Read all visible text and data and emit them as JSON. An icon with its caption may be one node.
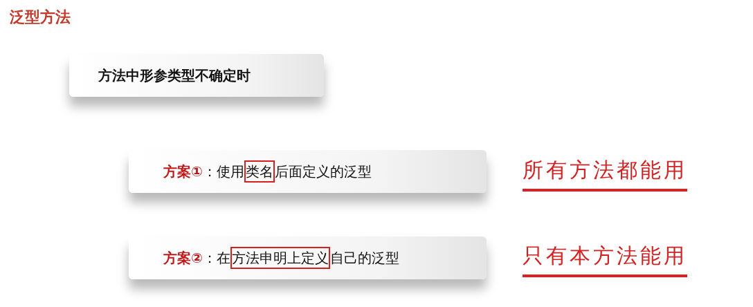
{
  "diagram": {
    "title": "泛型方法",
    "nodes": [
      {
        "text": [
          "方法中形参类型不确定时"
        ]
      },
      {
        "text": [
          "**方案①**：使用类名后面定义的泛型"
        ],
        "beside": [
          "所有方法都能用"
        ]
      },
      {
        "text": [
          "**方案②**：在方法申明上定义自己的泛型"
        ],
        "beside": [
          "只有本方法能用"
        ]
      }
    ],
    "edges": []
  }
}
